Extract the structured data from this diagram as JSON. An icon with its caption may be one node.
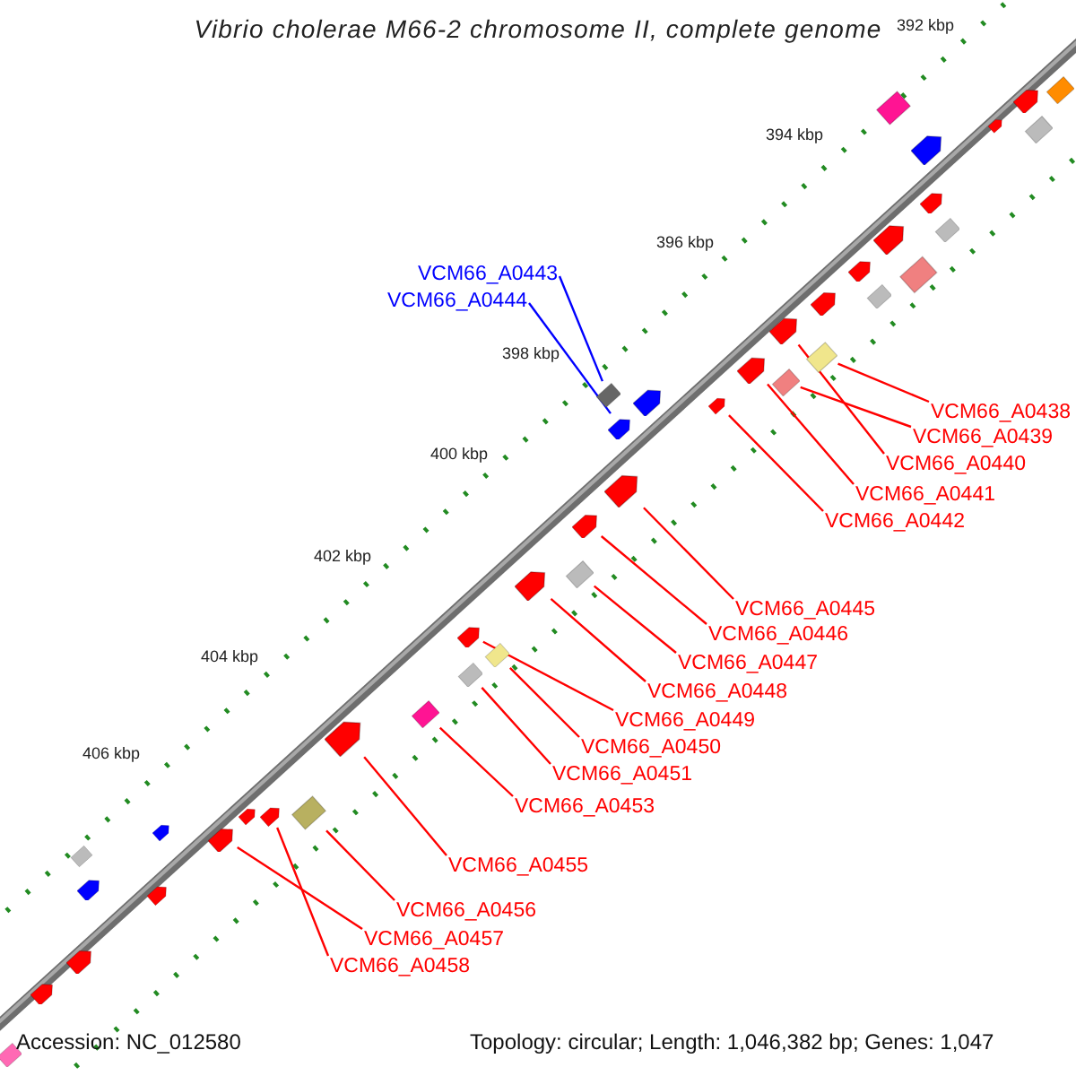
{
  "diagram": {
    "title": "Vibrio cholerae M66-2 chromosome II, complete genome",
    "nodes": [
      {
        "text": [
          "VCM66_A0443"
        ]
      },
      {
        "text": [
          "VCM66_A0444"
        ]
      },
      {
        "text": [
          "VCM66_A0438"
        ]
      },
      {
        "text": [
          "VCM66_A0439"
        ]
      },
      {
        "text": [
          "VCM66_A0440"
        ]
      },
      {
        "text": [
          "VCM66_A0441"
        ]
      },
      {
        "text": [
          "VCM66_A0442"
        ]
      },
      {
        "text": [
          "VCM66_A0445"
        ]
      },
      {
        "text": [
          "VCM66_A0446"
        ]
      },
      {
        "text": [
          "VCM66_A0447"
        ]
      },
      {
        "text": [
          "VCM66_A0448"
        ]
      },
      {
        "text": [
          "VCM66_A0449"
        ]
      },
      {
        "text": [
          "VCM66_A0450"
        ]
      },
      {
        "text": [
          "VCM66_A0451"
        ]
      },
      {
        "text": [
          "VCM66_A0453"
        ]
      },
      {
        "text": [
          "VCM66_A0455"
        ]
      },
      {
        "text": [
          "VCM66_A0456"
        ]
      },
      {
        "text": [
          "VCM66_A0457"
        ]
      },
      {
        "text": [
          "VCM66_A0458"
        ]
      },
      {
        "text": [],
        "shape": "pentagon"
      },
      {
        "text": [],
        "shape": "box"
      },
      {
        "text": [],
        "shape": "pentagon"
      },
      {
        "text": [],
        "shape": "box"
      },
      {
        "text": [],
        "shape": "box"
      },
      {
        "text": [],
        "shape": "pentagon"
      },
      {
        "text": [],
        "shape": "pentagon"
      },
      {
        "text": [],
        "shape": "pentagon"
      },
      {
        "text": [],
        "shape": "pentagon"
      },
      {
        "text": [],
        "shape": "box"
      },
      {
        "text": [],
        "shape": "pentagon"
      },
      {
        "text": [],
        "shape": "pentagon"
      },
      {
        "text": [],
        "shape": "box"
      },
      {
        "text": [],
        "shape": "box"
      },
      {
        "text": [],
        "shape": "box"
      },
      {
        "text": [],
        "shape": "pentagon"
      },
      {
        "text": [],
        "shape": "box"
      },
      {
        "text": [],
        "shape": "pentagon"
      },
      {
        "text": [],
        "shape": "pentagon"
      },
      {
        "text": [],
        "shape": "box"
      },
      {
        "text": [],
        "shape": "pentagon"
      },
      {
        "text": [],
        "shape": "box"
      },
      {
        "text": [],
        "shape": "pentagon"
      },
      {
        "text": [],
        "shape": "box"
      },
      {
        "text": [],
        "shape": "pentagon"
      },
      {
        "text": [],
        "shape": "pentagon"
      },
      {
        "text": [],
        "shape": "box"
      },
      {
        "text": [],
        "shape": "pentagon"
      },
      {
        "text": [],
        "shape": "box"
      },
      {
        "text": [],
        "shape": "pentagon"
      },
      {
        "text": [],
        "shape": "box"
      },
      {
        "text": [],
        "shape": "pentagon"
      },
      {
        "text": [],
        "shape": "pentagon"
      },
      {
        "text": [],
        "shape": "pentagon"
      },
      {
        "text": [],
        "shape": "pentagon"
      },
      {
        "text": [],
        "shape": "box"
      },
      {
        "text": [],
        "shape": "pentagon"
      },
      {
        "text": [],
        "shape": "pentagon"
      },
      {
        "text": [],
        "shape": "pentagon"
      },
      {
        "text": [],
        "shape": "pentagon"
      },
      {
        "text": [],
        "shape": "box"
      }
    ],
    "edges": [
      {
        "from": 0,
        "to": 23,
        "arrow": "none",
        "color": "#0000ff"
      },
      {
        "from": 1,
        "to": 25,
        "arrow": "none",
        "color": "#0000ff"
      },
      {
        "from": 2,
        "to": 20,
        "arrow": "none"
      },
      {
        "from": 3,
        "to": 22,
        "arrow": "none"
      },
      {
        "from": 4,
        "to": 19,
        "arrow": "none"
      },
      {
        "from": 5,
        "to": 21,
        "arrow": "none"
      },
      {
        "from": 6,
        "to": 24,
        "arrow": "none"
      },
      {
        "from": 7,
        "to": 26,
        "arrow": "none"
      },
      {
        "from": 8,
        "to": 27,
        "arrow": "none"
      },
      {
        "from": 9,
        "to": 28,
        "arrow": "none"
      },
      {
        "from": 10,
        "to": 29,
        "arrow": "none"
      },
      {
        "from": 11,
        "to": 30,
        "arrow": "none"
      },
      {
        "from": 12,
        "to": 31,
        "arrow": "none"
      },
      {
        "from": 13,
        "to": 32,
        "arrow": "none"
      },
      {
        "from": 14,
        "to": 33,
        "arrow": "none"
      },
      {
        "from": 15,
        "to": 34,
        "arrow": "none"
      },
      {
        "from": 16,
        "to": 35,
        "arrow": "none"
      },
      {
        "from": 17,
        "to": 36,
        "arrow": "none"
      },
      {
        "from": 18,
        "to": 37,
        "arrow": "none"
      }
    ],
    "labels": [
      "392 kbp",
      "394 kbp",
      "396 kbp",
      "398 kbp",
      "400 kbp",
      "402 kbp",
      "404 kbp",
      "406 kbp",
      "Accession: NC_012580",
      "Topology: circular; Length: 1,046,382 bp; Genes: 1,047"
    ]
  }
}
